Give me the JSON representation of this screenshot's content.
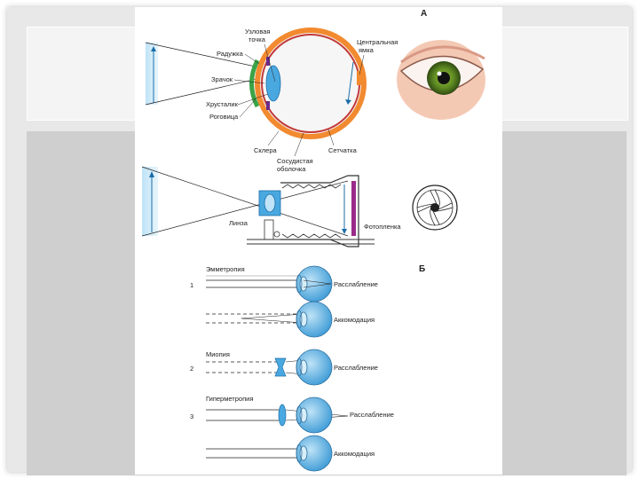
{
  "panel_letters": {
    "a": "А",
    "b": "Б"
  },
  "eye_labels": {
    "nodal_point": [
      "Узловая",
      "точка"
    ],
    "iris": "Радужка",
    "pupil": "Зрачок",
    "lens": "Хрусталик",
    "cornea": "Роговица",
    "fovea": [
      "Центральная",
      "ямка"
    ],
    "sclera": "Склера",
    "choroid": [
      "Сосудистая",
      "оболочка"
    ],
    "retina": "Сетчатка"
  },
  "camera_labels": {
    "lens": "Линза",
    "film": "Фотопленка"
  },
  "refraction": {
    "emmetropia": "Эмметропия",
    "myopia": "Миопия",
    "hypermetropia": "Гиперметропия",
    "relaxation": "Расслабление",
    "accommodation": "Аккомодация",
    "n1": "1",
    "n2": "2",
    "n3": "3"
  },
  "colors": {
    "sclera": "#f28a30",
    "iris": "#3aa346",
    "eye_blue": "#4aa8e0",
    "film": "#9b2a8a"
  }
}
